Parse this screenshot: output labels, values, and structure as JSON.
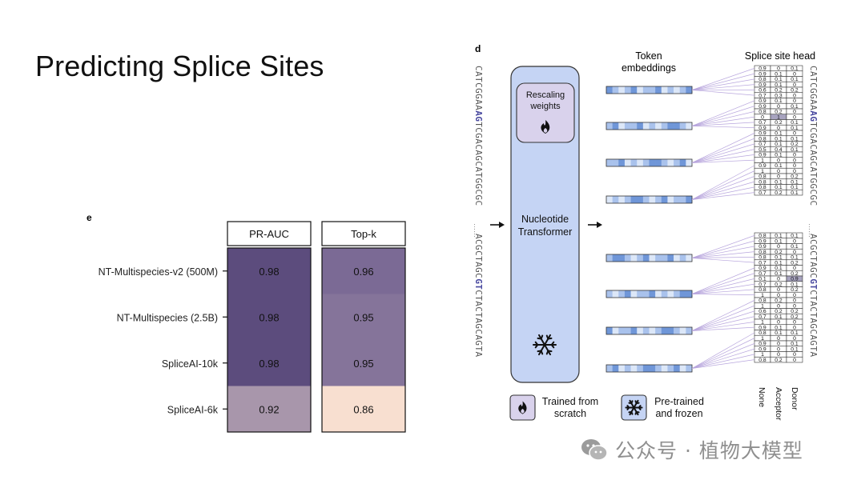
{
  "slide": {
    "title": "Predicting Splice Sites"
  },
  "panel_e": {
    "label": "e",
    "chart_data": {
      "type": "heatmap",
      "columns": [
        "PR-AUC",
        "Top-k"
      ],
      "rows": [
        "NT-Multispecies-v2 (500M)",
        "NT-Multispecies (2.5B)",
        "SpliceAI-10k",
        "SpliceAI-6k"
      ],
      "values": [
        [
          0.98,
          0.96
        ],
        [
          0.98,
          0.95
        ],
        [
          0.98,
          0.95
        ],
        [
          0.92,
          0.86
        ]
      ],
      "value_labels": [
        [
          "0.98",
          "0.96"
        ],
        [
          "0.98",
          "0.95"
        ],
        [
          "0.98",
          "0.95"
        ],
        [
          "0.92",
          "0.86"
        ]
      ],
      "colors": [
        [
          "#5c4c7d",
          "#7b6a95"
        ],
        [
          "#5c4c7d",
          "#85749a"
        ],
        [
          "#5c4c7d",
          "#85749a"
        ],
        [
          "#a896ab",
          "#f8dfd0"
        ]
      ]
    }
  },
  "panel_d": {
    "label": "d",
    "token_embeddings_title": "Token\nembeddings",
    "splice_head_title": "Splice site head",
    "model_label": "Nucleotide\nTransformer",
    "rescaling_label": "Rescaling\nweights",
    "sequence_top": {
      "pre": "CATCGGAA",
      "site": "AG",
      "post": "TCGACAGCATGGCGC"
    },
    "sequence_bottom": {
      "pre": "ACGCTAGC",
      "site": "GT",
      "post": "CTACTAGCAGTA"
    },
    "dots": "……",
    "column_labels": [
      "None",
      "Acceptor",
      "Donor"
    ],
    "legend": [
      {
        "icon": "flame-icon",
        "label": "Trained from\nscratch"
      },
      {
        "icon": "snowflake-icon",
        "label": "Pre-trained\nand frozen"
      }
    ],
    "table_top": [
      [
        "0.9",
        "0",
        "0.1"
      ],
      [
        "0.9",
        "0.1",
        "0"
      ],
      [
        "0.8",
        "0.1",
        "0.1"
      ],
      [
        "0.9",
        "0.1",
        "0"
      ],
      [
        "0.6",
        "0.2",
        "0.2"
      ],
      [
        "0.7",
        "0.3",
        "0"
      ],
      [
        "0.9",
        "0.1",
        "0"
      ],
      [
        "0.9",
        "0",
        "0.1"
      ],
      [
        "0.8",
        "0.2",
        "0"
      ],
      [
        "0",
        "1",
        "0"
      ],
      [
        "0.7",
        "0.2",
        "0.1"
      ],
      [
        "0.9",
        "0",
        "0.1"
      ],
      [
        "0.9",
        "0.1",
        "0"
      ],
      [
        "0.8",
        "0.1",
        "0.1"
      ],
      [
        "0.7",
        "0.1",
        "0.2"
      ],
      [
        "0.5",
        "0.4",
        "0.1"
      ],
      [
        "0.9",
        "0.1",
        "0"
      ],
      [
        "1",
        "0",
        "0"
      ],
      [
        "0.9",
        "0.1",
        "0"
      ],
      [
        "1",
        "0",
        "0"
      ],
      [
        "0.8",
        "0",
        "0.2"
      ],
      [
        "0.8",
        "0.1",
        "0.1"
      ],
      [
        "0.8",
        "0.1",
        "0.1"
      ],
      [
        "0.7",
        "0.2",
        "0.1"
      ]
    ],
    "table_top_highlight": {
      "row": 9,
      "col": 1
    },
    "table_bottom": [
      [
        "0.8",
        "0.1",
        "0.1"
      ],
      [
        "0.9",
        "0.1",
        "0"
      ],
      [
        "0.9",
        "0",
        "0.1"
      ],
      [
        "0.8",
        "0.2",
        "0"
      ],
      [
        "0.8",
        "0.1",
        "0.1"
      ],
      [
        "0.7",
        "0.1",
        "0.2"
      ],
      [
        "0.9",
        "0.1",
        "0"
      ],
      [
        "0.7",
        "0.1",
        "0.2"
      ],
      [
        "0.1",
        "0",
        "0.9"
      ],
      [
        "0.7",
        "0.2",
        "0.1"
      ],
      [
        "0.8",
        "0",
        "0.2"
      ],
      [
        "1",
        "0",
        "0"
      ],
      [
        "0.8",
        "0.2",
        "0"
      ],
      [
        "1",
        "0",
        "0"
      ],
      [
        "0.6",
        "0.2",
        "0.2"
      ],
      [
        "0.7",
        "0.1",
        "0.2"
      ],
      [
        "1",
        "0",
        "0"
      ],
      [
        "0.9",
        "0.1",
        "0"
      ],
      [
        "0.8",
        "0.1",
        "0.1"
      ],
      [
        "1",
        "0",
        "0"
      ],
      [
        "0.9",
        "0",
        "0.1"
      ],
      [
        "0.9",
        "0",
        "0.1"
      ],
      [
        "1",
        "0",
        "0"
      ],
      [
        "0.8",
        "0.2",
        "0"
      ]
    ],
    "table_bottom_highlight": {
      "row": 8,
      "col": 2
    },
    "colors": {
      "model_fill": "#c5d4f4",
      "site_text": "#4a4aa0",
      "fan_line": "#b8a6dd",
      "emb_dark": "#6f96d8",
      "emb_mid": "#a9c2ec",
      "emb_light": "#dce7f8"
    }
  },
  "watermark": {
    "text": "公众号 · 植物大模型"
  }
}
